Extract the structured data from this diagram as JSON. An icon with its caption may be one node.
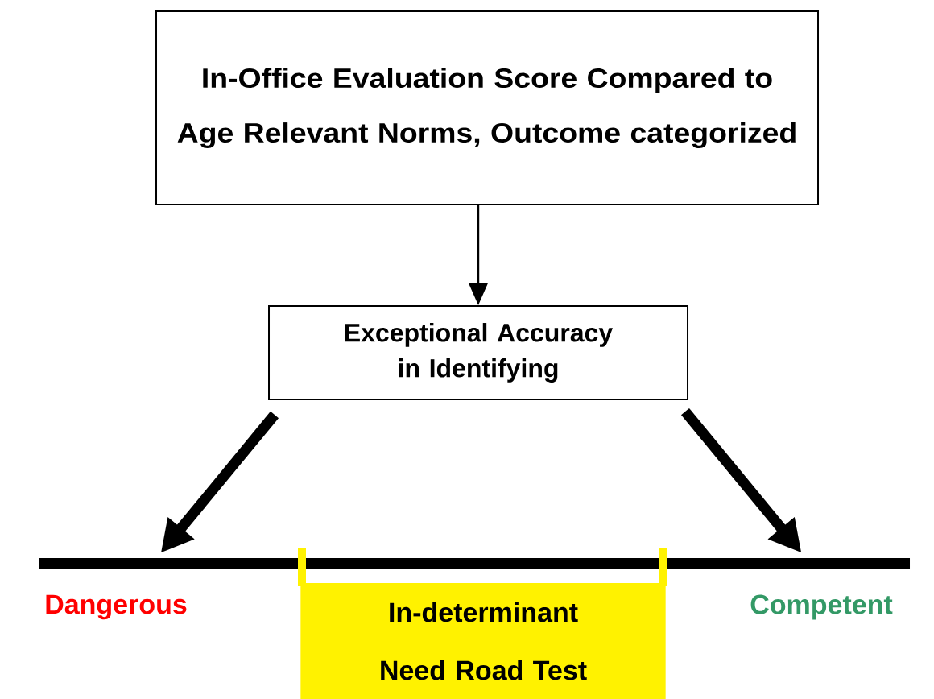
{
  "diagram": {
    "nodes": [
      {
        "text": [
          "In-Office Evaluation Score Compared to Age Relevant Norms, Outcome categorized"
        ]
      },
      {
        "text": [
          "Exceptional Accuracy in Identifying"
        ]
      },
      {
        "text": [],
        "shape": "bar"
      },
      {
        "text": [
          "Dangerous"
        ]
      },
      {
        "text": [
          "In-determinant Need Road Test"
        ]
      },
      {
        "text": [
          "Competent"
        ]
      }
    ],
    "edges": [
      {
        "from": 0,
        "to": 1,
        "arrow": "to"
      },
      {
        "from": 1,
        "to": 2,
        "arrow": "to"
      },
      {
        "from": 1,
        "to": 2,
        "arrow": "to"
      }
    ]
  }
}
